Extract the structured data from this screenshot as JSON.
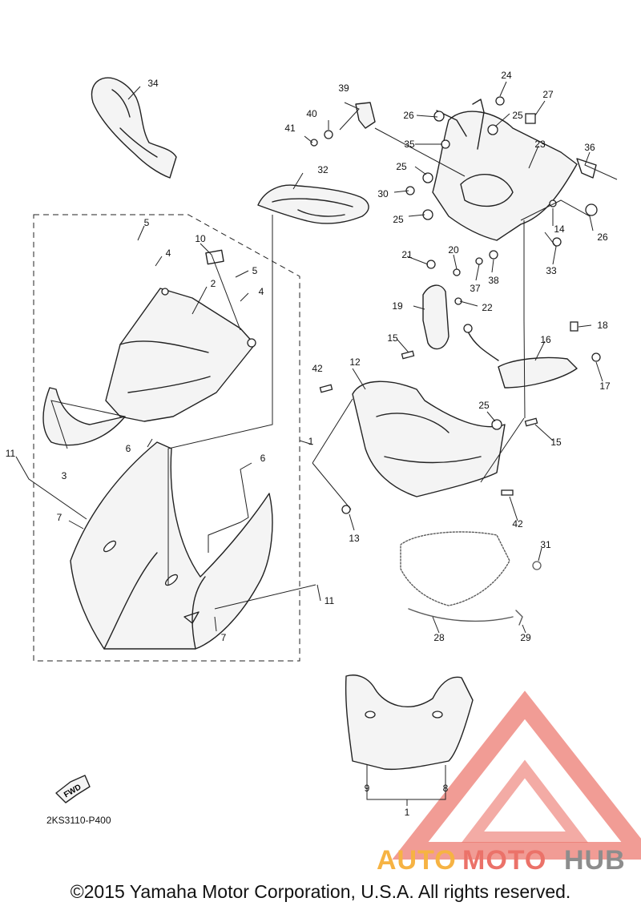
{
  "diagram": {
    "part_code": "2KS3110-P400",
    "fwd_label": "FWD",
    "copyright": "©2015 Yamaha Motor Corporation, U.S.A. All rights reserved.",
    "watermark": {
      "auto": "AUTO",
      "moto": "MOTO",
      "hub": "HUB",
      "color_red": "#e85a4f",
      "color_orange": "#f5a623",
      "color_gray": "#7a7a7a"
    },
    "callouts": {
      "n1a": "1",
      "n1b": "1",
      "n2": "2",
      "n3": "3",
      "n4a": "4",
      "n4b": "4",
      "n5a": "5",
      "n5b": "5",
      "n6a": "6",
      "n6b": "6",
      "n7a": "7",
      "n7b": "7",
      "n8": "8",
      "n9": "9",
      "n10": "10",
      "n11a": "11",
      "n11b": "11",
      "n12": "12",
      "n13": "13",
      "n14": "14",
      "n15a": "15",
      "n15b": "15",
      "n16": "16",
      "n17": "17",
      "n18": "18",
      "n19": "19",
      "n20": "20",
      "n21": "21",
      "n22": "22",
      "n23": "23",
      "n24": "24",
      "n25a": "25",
      "n25b": "25",
      "n25c": "25",
      "n25d": "25",
      "n26a": "26",
      "n26b": "26",
      "n27": "27",
      "n28": "28",
      "n29": "29",
      "n30": "30",
      "n31": "31",
      "n32": "32",
      "n33": "33",
      "n34": "34",
      "n35": "35",
      "n36": "36",
      "n37": "37",
      "n38": "38",
      "n39": "39",
      "n40": "40",
      "n41": "41",
      "n42a": "42",
      "n42b": "42"
    }
  }
}
